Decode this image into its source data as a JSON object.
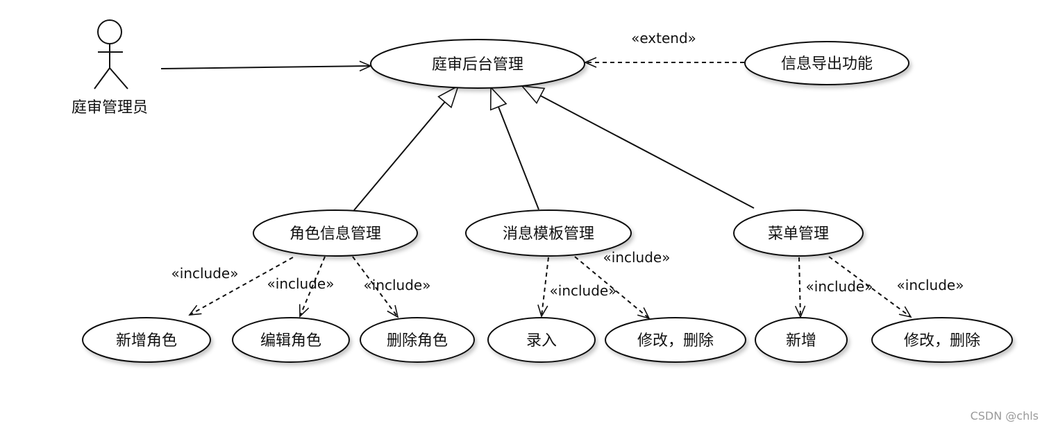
{
  "actor": {
    "label": "庭审管理员"
  },
  "usecases": {
    "main": "庭审后台管理",
    "export": "信息导出功能",
    "role_mgmt": "角色信息管理",
    "msg_tpl_mgmt": "消息模板管理",
    "menu_mgmt": "菜单管理",
    "add_role": "新增角色",
    "edit_role": "编辑角色",
    "delete_role": "删除角色",
    "input": "录入",
    "modify_delete_1": "修改，删除",
    "add": "新增",
    "modify_delete_2": "修改，删除"
  },
  "stereotypes": {
    "extend": "«extend»",
    "include": "«include»"
  },
  "watermark": "CSDN @chls"
}
